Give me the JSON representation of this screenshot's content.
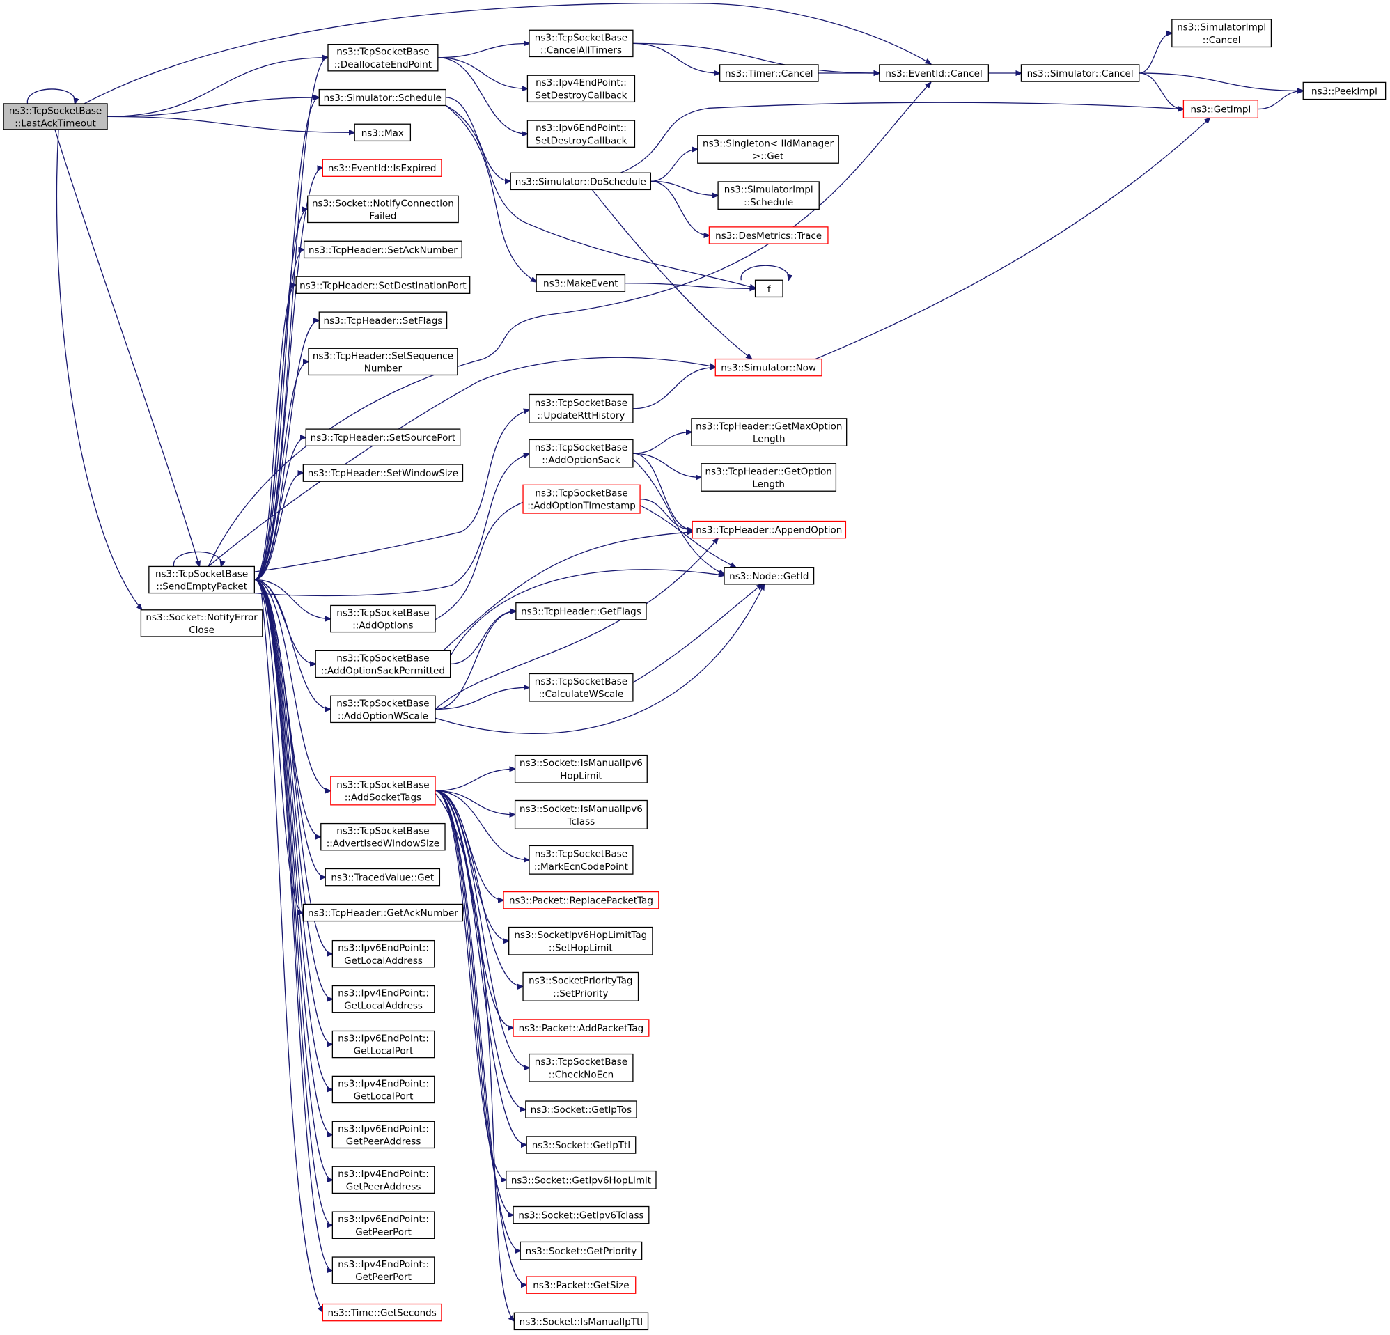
{
  "diagram": {
    "nodes": [
      {
        "id": "n0",
        "lines": [
          "ns3::TcpSocketBase",
          "::LastAckTimeout"
        ],
        "style": "root"
      },
      {
        "id": "n1",
        "lines": [
          "ns3::TcpSocketBase",
          "::DeallocateEndPoint"
        ],
        "style": "normal"
      },
      {
        "id": "n2",
        "lines": [
          "ns3::Simulator::Schedule"
        ],
        "style": "normal"
      },
      {
        "id": "n3",
        "lines": [
          "ns3::Max"
        ],
        "style": "normal"
      },
      {
        "id": "n4",
        "lines": [
          "ns3::EventId::IsExpired"
        ],
        "style": "red"
      },
      {
        "id": "n5",
        "lines": [
          "ns3::Socket::NotifyConnection",
          "Failed"
        ],
        "style": "normal"
      },
      {
        "id": "n6",
        "lines": [
          "ns3::TcpHeader::SetAckNumber"
        ],
        "style": "normal"
      },
      {
        "id": "n7",
        "lines": [
          "ns3::TcpHeader::SetDestinationPort"
        ],
        "style": "normal"
      },
      {
        "id": "n8",
        "lines": [
          "ns3::TcpHeader::SetFlags"
        ],
        "style": "normal"
      },
      {
        "id": "n9",
        "lines": [
          "ns3::TcpHeader::SetSequence",
          "Number"
        ],
        "style": "normal"
      },
      {
        "id": "n10",
        "lines": [
          "ns3::TcpHeader::SetSourcePort"
        ],
        "style": "normal"
      },
      {
        "id": "n11",
        "lines": [
          "ns3::TcpHeader::SetWindowSize"
        ],
        "style": "normal"
      },
      {
        "id": "n12",
        "lines": [
          "ns3::TcpSocketBase",
          "::SendEmptyPacket"
        ],
        "style": "normal"
      },
      {
        "id": "n13",
        "lines": [
          "ns3::Socket::NotifyError",
          "Close"
        ],
        "style": "normal"
      },
      {
        "id": "n14",
        "lines": [
          "ns3::TcpSocketBase",
          "::AddOptions"
        ],
        "style": "normal"
      },
      {
        "id": "n15",
        "lines": [
          "ns3::TcpSocketBase",
          "::AddOptionSackPermitted"
        ],
        "style": "normal"
      },
      {
        "id": "n16",
        "lines": [
          "ns3::TcpSocketBase",
          "::AddOptionWScale"
        ],
        "style": "normal"
      },
      {
        "id": "n17",
        "lines": [
          "ns3::TcpSocketBase",
          "::AddSocketTags"
        ],
        "style": "red"
      },
      {
        "id": "n18",
        "lines": [
          "ns3::TcpSocketBase",
          "::AdvertisedWindowSize"
        ],
        "style": "normal"
      },
      {
        "id": "n19",
        "lines": [
          "ns3::TracedValue::Get"
        ],
        "style": "normal"
      },
      {
        "id": "n20",
        "lines": [
          "ns3::TcpHeader::GetAckNumber"
        ],
        "style": "normal"
      },
      {
        "id": "n21",
        "lines": [
          "ns3::Ipv6EndPoint::",
          "GetLocalAddress"
        ],
        "style": "normal"
      },
      {
        "id": "n22",
        "lines": [
          "ns3::Ipv4EndPoint::",
          "GetLocalAddress"
        ],
        "style": "normal"
      },
      {
        "id": "n23",
        "lines": [
          "ns3::Ipv6EndPoint::",
          "GetLocalPort"
        ],
        "style": "normal"
      },
      {
        "id": "n24",
        "lines": [
          "ns3::Ipv4EndPoint::",
          "GetLocalPort"
        ],
        "style": "normal"
      },
      {
        "id": "n25",
        "lines": [
          "ns3::Ipv6EndPoint::",
          "GetPeerAddress"
        ],
        "style": "normal"
      },
      {
        "id": "n26",
        "lines": [
          "ns3::Ipv4EndPoint::",
          "GetPeerAddress"
        ],
        "style": "normal"
      },
      {
        "id": "n27",
        "lines": [
          "ns3::Ipv6EndPoint::",
          "GetPeerPort"
        ],
        "style": "normal"
      },
      {
        "id": "n28",
        "lines": [
          "ns3::Ipv4EndPoint::",
          "GetPeerPort"
        ],
        "style": "normal"
      },
      {
        "id": "n29",
        "lines": [
          "ns3::Time::GetSeconds"
        ],
        "style": "red"
      },
      {
        "id": "n30",
        "lines": [
          "ns3::TcpSocketBase",
          "::CancelAllTimers"
        ],
        "style": "normal"
      },
      {
        "id": "n31",
        "lines": [
          "ns3::Ipv4EndPoint::",
          "SetDestroyCallback"
        ],
        "style": "normal"
      },
      {
        "id": "n32",
        "lines": [
          "ns3::Ipv6EndPoint::",
          "SetDestroyCallback"
        ],
        "style": "normal"
      },
      {
        "id": "n33",
        "lines": [
          "ns3::Simulator::DoSchedule"
        ],
        "style": "normal"
      },
      {
        "id": "n34",
        "lines": [
          "ns3::MakeEvent"
        ],
        "style": "normal"
      },
      {
        "id": "n35",
        "lines": [
          "ns3::TcpSocketBase",
          "::UpdateRttHistory"
        ],
        "style": "normal"
      },
      {
        "id": "n36",
        "lines": [
          "ns3::TcpSocketBase",
          "::AddOptionSack"
        ],
        "style": "normal"
      },
      {
        "id": "n37",
        "lines": [
          "ns3::TcpSocketBase",
          "::AddOptionTimestamp"
        ],
        "style": "red"
      },
      {
        "id": "n38",
        "lines": [
          "ns3::TcpHeader::GetFlags"
        ],
        "style": "normal"
      },
      {
        "id": "n39",
        "lines": [
          "ns3::TcpSocketBase",
          "::CalculateWScale"
        ],
        "style": "normal"
      },
      {
        "id": "n40",
        "lines": [
          "ns3::Socket::IsManualIpv6",
          "HopLimit"
        ],
        "style": "normal"
      },
      {
        "id": "n41",
        "lines": [
          "ns3::Socket::IsManualIpv6",
          "Tclass"
        ],
        "style": "normal"
      },
      {
        "id": "n42",
        "lines": [
          "ns3::TcpSocketBase",
          "::MarkEcnCodePoint"
        ],
        "style": "normal"
      },
      {
        "id": "n43",
        "lines": [
          "ns3::Packet::ReplacePacketTag"
        ],
        "style": "red"
      },
      {
        "id": "n44",
        "lines": [
          "ns3::SocketIpv6HopLimitTag",
          "::SetHopLimit"
        ],
        "style": "normal"
      },
      {
        "id": "n45",
        "lines": [
          "ns3::SocketPriorityTag",
          "::SetPriority"
        ],
        "style": "normal"
      },
      {
        "id": "n46",
        "lines": [
          "ns3::Packet::AddPacketTag"
        ],
        "style": "red"
      },
      {
        "id": "n47",
        "lines": [
          "ns3::TcpSocketBase",
          "::CheckNoEcn"
        ],
        "style": "normal"
      },
      {
        "id": "n48",
        "lines": [
          "ns3::Socket::GetIpTos"
        ],
        "style": "normal"
      },
      {
        "id": "n49",
        "lines": [
          "ns3::Socket::GetIpTtl"
        ],
        "style": "normal"
      },
      {
        "id": "n50",
        "lines": [
          "ns3::Socket::GetIpv6HopLimit"
        ],
        "style": "normal"
      },
      {
        "id": "n51",
        "lines": [
          "ns3::Socket::GetIpv6Tclass"
        ],
        "style": "normal"
      },
      {
        "id": "n52",
        "lines": [
          "ns3::Socket::GetPriority"
        ],
        "style": "normal"
      },
      {
        "id": "n53",
        "lines": [
          "ns3::Packet::GetSize"
        ],
        "style": "red"
      },
      {
        "id": "n54",
        "lines": [
          "ns3::Socket::IsManualIpTtl"
        ],
        "style": "normal"
      },
      {
        "id": "n55",
        "lines": [
          "ns3::Timer::Cancel"
        ],
        "style": "normal"
      },
      {
        "id": "n56",
        "lines": [
          "ns3::EventId::Cancel"
        ],
        "style": "normal"
      },
      {
        "id": "n57",
        "lines": [
          "ns3::Simulator::Cancel"
        ],
        "style": "normal"
      },
      {
        "id": "n58",
        "lines": [
          "ns3::SimulatorImpl",
          "::Cancel"
        ],
        "style": "normal"
      },
      {
        "id": "n59",
        "lines": [
          "ns3::PeekImpl"
        ],
        "style": "normal"
      },
      {
        "id": "n60",
        "lines": [
          "ns3::GetImpl"
        ],
        "style": "red"
      },
      {
        "id": "n61",
        "lines": [
          "ns3::Singleton< IidManager",
          " >::Get"
        ],
        "style": "normal"
      },
      {
        "id": "n62",
        "lines": [
          "ns3::SimulatorImpl",
          "::Schedule"
        ],
        "style": "normal"
      },
      {
        "id": "n63",
        "lines": [
          "ns3::DesMetrics::Trace"
        ],
        "style": "red"
      },
      {
        "id": "n64",
        "lines": [
          "f"
        ],
        "style": "normal"
      },
      {
        "id": "n65",
        "lines": [
          "ns3::Simulator::Now"
        ],
        "style": "red"
      },
      {
        "id": "n66",
        "lines": [
          "ns3::TcpHeader::GetMaxOption",
          "Length"
        ],
        "style": "normal"
      },
      {
        "id": "n67",
        "lines": [
          "ns3::TcpHeader::GetOption",
          "Length"
        ],
        "style": "normal"
      },
      {
        "id": "n68",
        "lines": [
          "ns3::TcpHeader::AppendOption"
        ],
        "style": "red"
      },
      {
        "id": "n69",
        "lines": [
          "ns3::Node::GetId"
        ],
        "style": "normal"
      }
    ],
    "edges": [
      [
        "n0",
        "n0"
      ],
      [
        "n0",
        "n1"
      ],
      [
        "n0",
        "n2"
      ],
      [
        "n0",
        "n3"
      ],
      [
        "n0",
        "n56"
      ],
      [
        "n0",
        "n12"
      ],
      [
        "n0",
        "n13"
      ],
      [
        "n12",
        "n12"
      ],
      [
        "n12",
        "n1"
      ],
      [
        "n12",
        "n2"
      ],
      [
        "n12",
        "n4"
      ],
      [
        "n12",
        "n5"
      ],
      [
        "n12",
        "n6"
      ],
      [
        "n12",
        "n7"
      ],
      [
        "n12",
        "n8"
      ],
      [
        "n12",
        "n9"
      ],
      [
        "n12",
        "n10"
      ],
      [
        "n12",
        "n11"
      ],
      [
        "n12",
        "n56"
      ],
      [
        "n12",
        "n65"
      ],
      [
        "n12",
        "n35"
      ],
      [
        "n12",
        "n36"
      ],
      [
        "n12",
        "n14"
      ],
      [
        "n12",
        "n15"
      ],
      [
        "n12",
        "n16"
      ],
      [
        "n12",
        "n17"
      ],
      [
        "n12",
        "n18"
      ],
      [
        "n12",
        "n19"
      ],
      [
        "n12",
        "n20"
      ],
      [
        "n12",
        "n21"
      ],
      [
        "n12",
        "n22"
      ],
      [
        "n12",
        "n23"
      ],
      [
        "n12",
        "n24"
      ],
      [
        "n12",
        "n25"
      ],
      [
        "n12",
        "n26"
      ],
      [
        "n12",
        "n27"
      ],
      [
        "n12",
        "n28"
      ],
      [
        "n12",
        "n29"
      ],
      [
        "n1",
        "n30"
      ],
      [
        "n1",
        "n31"
      ],
      [
        "n1",
        "n32"
      ],
      [
        "n30",
        "n56"
      ],
      [
        "n30",
        "n55"
      ],
      [
        "n55",
        "n56"
      ],
      [
        "n56",
        "n57"
      ],
      [
        "n57",
        "n58"
      ],
      [
        "n57",
        "n59"
      ],
      [
        "n57",
        "n60"
      ],
      [
        "n60",
        "n59"
      ],
      [
        "n2",
        "n33"
      ],
      [
        "n2",
        "n34"
      ],
      [
        "n2",
        "n64"
      ],
      [
        "n33",
        "n60"
      ],
      [
        "n33",
        "n61"
      ],
      [
        "n33",
        "n62"
      ],
      [
        "n33",
        "n63"
      ],
      [
        "n33",
        "n65"
      ],
      [
        "n34",
        "n64"
      ],
      [
        "n64",
        "n64"
      ],
      [
        "n65",
        "n60"
      ],
      [
        "n35",
        "n65"
      ],
      [
        "n36",
        "n66"
      ],
      [
        "n36",
        "n67"
      ],
      [
        "n36",
        "n68"
      ],
      [
        "n36",
        "n69"
      ],
      [
        "n14",
        "n37"
      ],
      [
        "n37",
        "n68"
      ],
      [
        "n37",
        "n69"
      ],
      [
        "n15",
        "n38"
      ],
      [
        "n15",
        "n68"
      ],
      [
        "n15",
        "n69"
      ],
      [
        "n16",
        "n38"
      ],
      [
        "n16",
        "n39"
      ],
      [
        "n16",
        "n68"
      ],
      [
        "n16",
        "n69"
      ],
      [
        "n39",
        "n69"
      ],
      [
        "n17",
        "n40"
      ],
      [
        "n17",
        "n41"
      ],
      [
        "n17",
        "n42"
      ],
      [
        "n17",
        "n43"
      ],
      [
        "n17",
        "n44"
      ],
      [
        "n17",
        "n45"
      ],
      [
        "n17",
        "n46"
      ],
      [
        "n17",
        "n47"
      ],
      [
        "n17",
        "n48"
      ],
      [
        "n17",
        "n49"
      ],
      [
        "n17",
        "n50"
      ],
      [
        "n17",
        "n51"
      ],
      [
        "n17",
        "n52"
      ],
      [
        "n17",
        "n53"
      ],
      [
        "n17",
        "n54"
      ]
    ]
  }
}
